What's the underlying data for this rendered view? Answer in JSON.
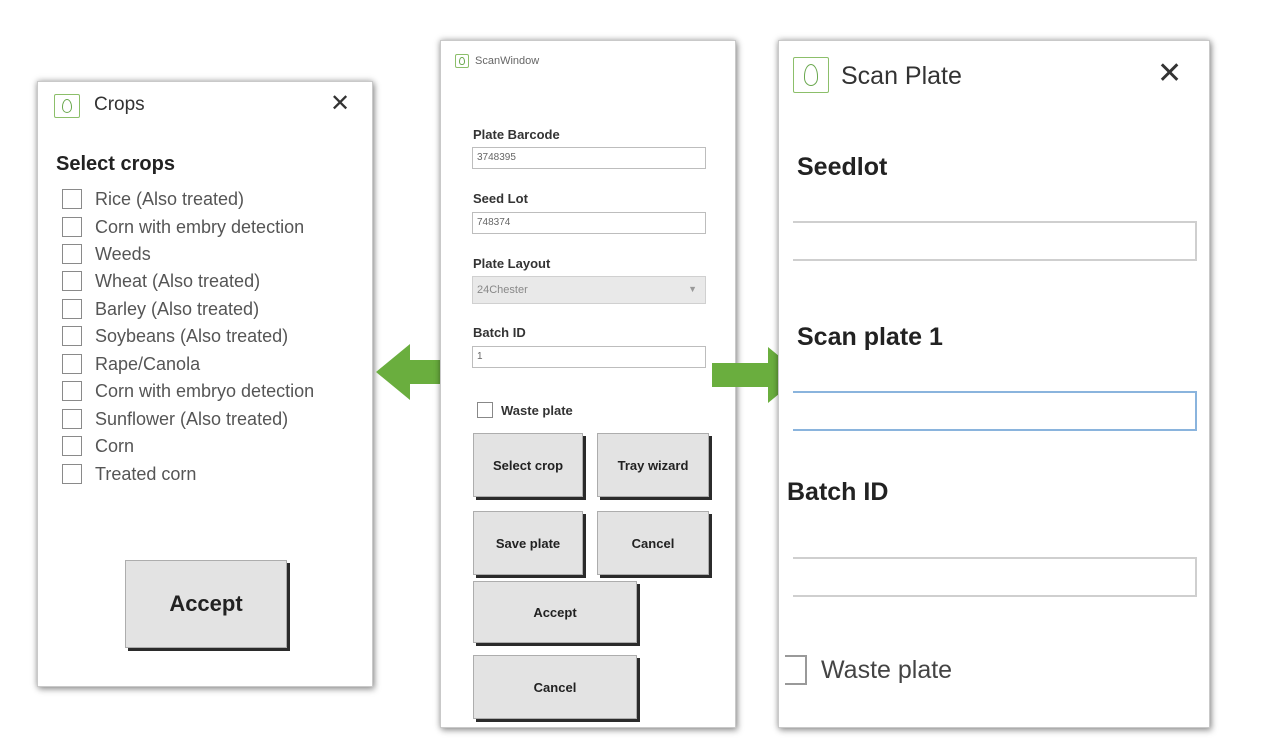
{
  "crops_window": {
    "title": "Crops",
    "heading": "Select crops",
    "items": [
      "Rice (Also treated)",
      "Corn with embry detection",
      "Weeds",
      "Wheat (Also treated)",
      "Barley (Also treated)",
      "Soybeans (Also treated)",
      "Rape/Canola",
      "Corn with embryo detection",
      "Sunflower (Also treated)",
      "Corn",
      "Treated corn"
    ],
    "accept_label": "Accept",
    "close_icon": "close-icon"
  },
  "scan_window": {
    "title": "ScanWindow",
    "plate_barcode_label": "Plate Barcode",
    "plate_barcode_value": "3748395",
    "seed_lot_label": "Seed Lot",
    "seed_lot_value": "748374",
    "plate_layout_label": "Plate Layout",
    "plate_layout_value": "24Chester",
    "batch_id_label": "Batch ID",
    "batch_id_value": "1",
    "waste_plate_label": "Waste plate",
    "buttons": {
      "select_crop": "Select crop",
      "tray_wizard": "Tray wizard",
      "save_plate": "Save plate",
      "cancel_small": "Cancel",
      "accept": "Accept",
      "cancel": "Cancel"
    }
  },
  "scan_plate_window": {
    "title": "Scan Plate",
    "seedlot_label": "Seedlot",
    "seedlot_value": "",
    "scan_plate_label": "Scan plate 1",
    "scan_plate_value": "",
    "batch_id_label": "Batch ID",
    "batch_id_value": "",
    "waste_plate_label": "Waste plate",
    "close_icon": "close-icon"
  },
  "colors": {
    "arrow_green": "#6aae3e",
    "focus_blue": "#8ab4dd",
    "icon_green": "#8cbf6a"
  }
}
